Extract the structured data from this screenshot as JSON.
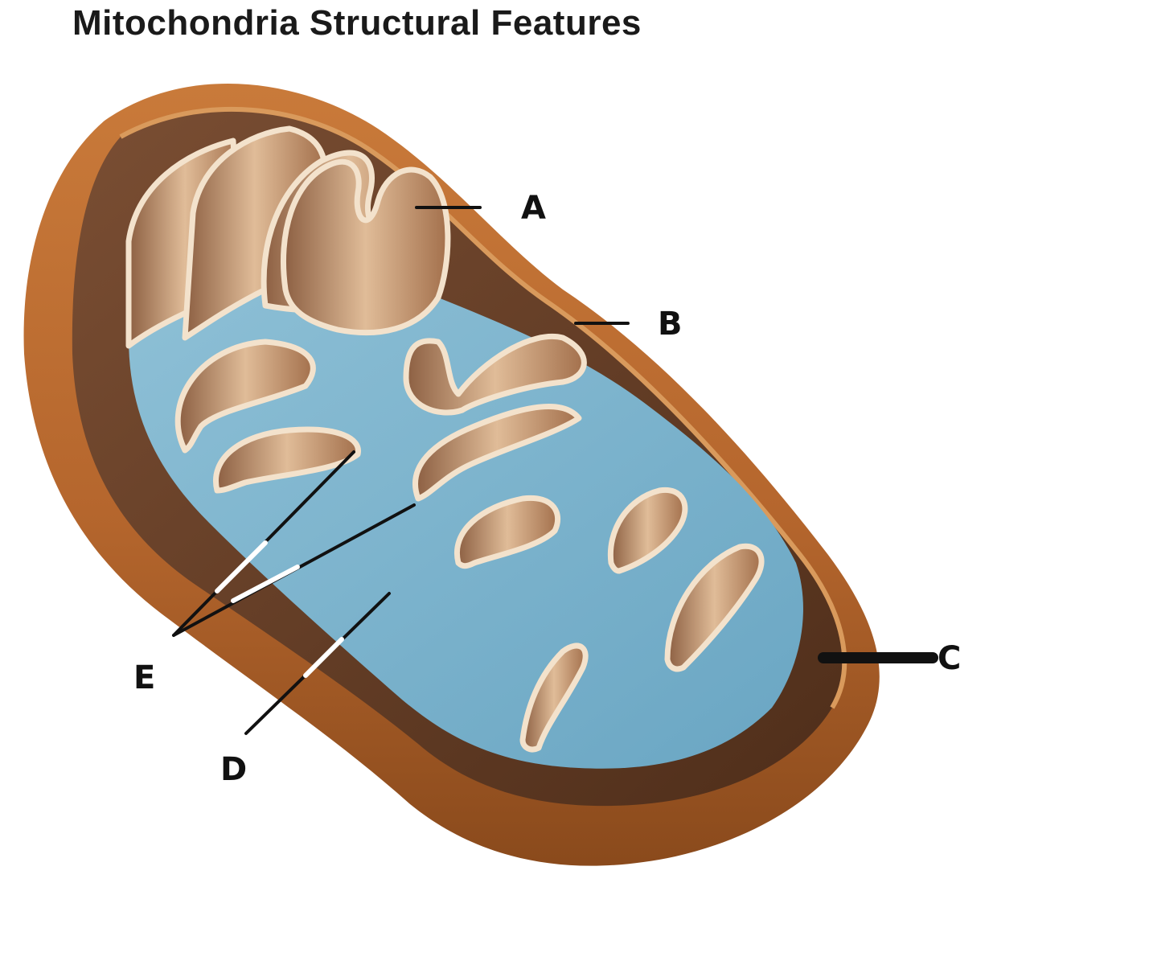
{
  "title": "Mitochondria Structural Features",
  "labels": [
    {
      "id": "A",
      "text": "A"
    },
    {
      "id": "B",
      "text": "B"
    },
    {
      "id": "C",
      "text": "C"
    },
    {
      "id": "D",
      "text": "D"
    },
    {
      "id": "E",
      "text": "E"
    }
  ],
  "colors": {
    "outer_membrane": "#b5662d",
    "outer_membrane_dark": "#8a4a1c",
    "intermembrane_space": "#6b4228",
    "cristae": "#d9b08c",
    "cristae_edge": "#f3e2cc",
    "matrix": "#7fb3cc",
    "leader": "#111111"
  }
}
